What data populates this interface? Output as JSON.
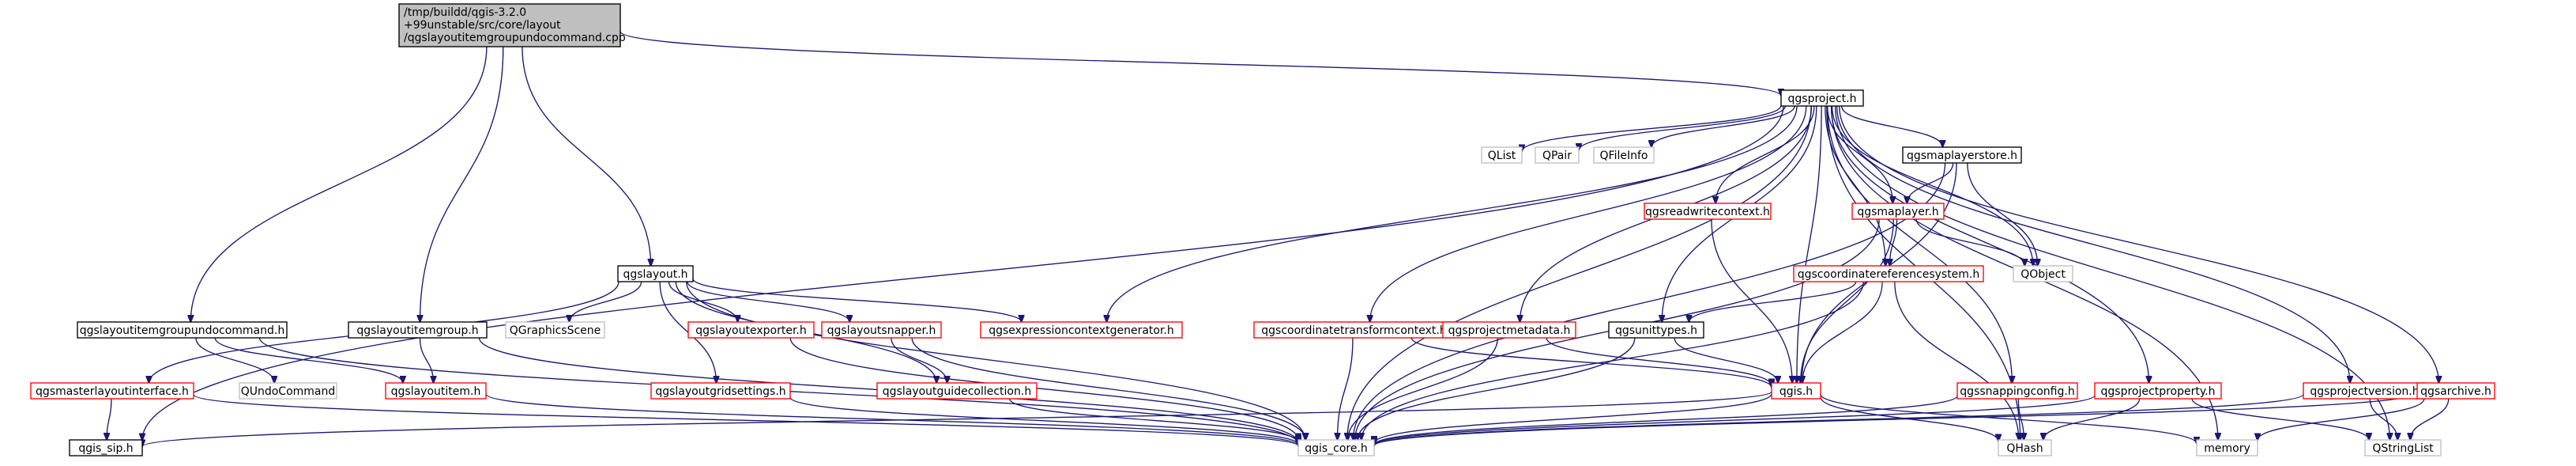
{
  "colors": {
    "edge": "#191970",
    "root_fill": "#bfbfbf",
    "box_fill": "#ffffff",
    "box_border": "#000000",
    "broken_border": "#ff0000",
    "system_border": "#bfbfbf",
    "background": "#ffffff"
  },
  "root": {
    "lines": [
      "/tmp/buildd/qgis-3.2.0",
      "+99unstable/src/core/layout",
      "/qgslayoutitemgroupundocommand.cpp"
    ]
  },
  "nodes": [
    {
      "id": "qgsproject_h",
      "label": "qgsproject.h",
      "style": "normal"
    },
    {
      "id": "qgis_sip_h",
      "label": "qgis_sip.h",
      "style": "normal"
    },
    {
      "id": "qgslayoutitemgroupundocommand_h",
      "label": "qgslayoutitemgroupundocommand.h",
      "style": "normal"
    },
    {
      "id": "qgslayoutitemgroup_h",
      "label": "qgslayoutitemgroup.h",
      "style": "normal"
    },
    {
      "id": "qgslayout_h",
      "label": "qgslayout.h",
      "style": "normal"
    },
    {
      "id": "qgsmasterlayoutinterface_h",
      "label": "qgsmasterlayoutinterface.h",
      "style": "red"
    },
    {
      "id": "qgis_core_h",
      "label": "qgis_core.h",
      "style": "gray"
    },
    {
      "id": "qundocommand",
      "label": "QUndoCommand",
      "style": "gray"
    },
    {
      "id": "qgslayoutitem_h",
      "label": "qgslayoutitem.h",
      "style": "red"
    },
    {
      "id": "qgraphicsscene",
      "label": "QGraphicsScene",
      "style": "gray"
    },
    {
      "id": "qgslayoutgridsettings_h",
      "label": "qgslayoutgridsettings.h",
      "style": "red"
    },
    {
      "id": "qgslayoutexporter_h",
      "label": "qgslayoutexporter.h",
      "style": "red"
    },
    {
      "id": "qgslayoutsnapper_h",
      "label": "qgslayoutsnapper.h",
      "style": "red"
    },
    {
      "id": "qgslayoutguidecollection_h",
      "label": "qgslayoutguidecollection.h",
      "style": "red"
    },
    {
      "id": "qgsexpressioncontextgenerator_h",
      "label": "qgsexpressioncontextgenerator.h",
      "style": "red"
    },
    {
      "id": "qgscoordinatetransformcontext_h",
      "label": "qgscoordinatetransformcontext.h",
      "style": "red"
    },
    {
      "id": "qgsprojectmetadata_h",
      "label": "qgsprojectmetadata.h",
      "style": "red"
    },
    {
      "id": "qlist",
      "label": "QList",
      "style": "gray"
    },
    {
      "id": "qpair",
      "label": "QPair",
      "style": "gray"
    },
    {
      "id": "qfileinfo",
      "label": "QFileInfo",
      "style": "gray"
    },
    {
      "id": "qgsmaplayerstore_h",
      "label": "qgsmaplayerstore.h",
      "style": "normal"
    },
    {
      "id": "qgsreadwritecontext_h",
      "label": "qgsreadwritecontext.h",
      "style": "red"
    },
    {
      "id": "qgsmaplayer_h",
      "label": "qgsmaplayer.h",
      "style": "red"
    },
    {
      "id": "qobject",
      "label": "QObject",
      "style": "gray"
    },
    {
      "id": "qgscoordinatereferencesystem_h",
      "label": "qgscoordinatereferencesystem.h",
      "style": "red"
    },
    {
      "id": "qgsunittypes_h",
      "label": "qgsunittypes.h",
      "style": "normal"
    },
    {
      "id": "qgis_h",
      "label": "qgis.h",
      "style": "red"
    },
    {
      "id": "qgssnappingconfig_h",
      "label": "qgssnappingconfig.h",
      "style": "red"
    },
    {
      "id": "qgsprojectproperty_h",
      "label": "qgsprojectproperty.h",
      "style": "red"
    },
    {
      "id": "qgsprojectversion_h",
      "label": "qgsprojectversion.h",
      "style": "red"
    },
    {
      "id": "qgsarchive_h",
      "label": "qgsarchive.h",
      "style": "red"
    },
    {
      "id": "qhash",
      "label": "QHash",
      "style": "gray"
    },
    {
      "id": "memory",
      "label": "memory",
      "style": "gray"
    },
    {
      "id": "qstringlist",
      "label": "QStringList",
      "style": "gray"
    }
  ],
  "edges": [
    [
      "root",
      "qgsproject_h"
    ],
    [
      "root",
      "qgslayoutitemgroupundocommand_h"
    ],
    [
      "root",
      "qgslayoutitemgroup_h"
    ],
    [
      "root",
      "qgslayout_h"
    ],
    [
      "qgslayoutitemgroupundocommand_h",
      "qundocommand"
    ],
    [
      "qgslayoutitemgroupundocommand_h",
      "qgslayoutitem_h"
    ],
    [
      "qgslayoutitemgroupundocommand_h",
      "qgis_core_h"
    ],
    [
      "qgslayoutitemgroup_h",
      "qgslayoutitem_h"
    ],
    [
      "qgslayoutitemgroup_h",
      "qgis_core_h"
    ],
    [
      "qgslayoutitem_h",
      "qgis_core_h"
    ],
    [
      "qgslayout_h",
      "qgsmasterlayoutinterface_h"
    ],
    [
      "qgslayout_h",
      "qgraphicsscene"
    ],
    [
      "qgslayout_h",
      "qgslayoutgridsettings_h"
    ],
    [
      "qgslayout_h",
      "qgslayoutexporter_h"
    ],
    [
      "qgslayout_h",
      "qgslayoutsnapper_h"
    ],
    [
      "qgslayout_h",
      "qgslayoutguidecollection_h"
    ],
    [
      "qgslayout_h",
      "qgsexpressioncontextgenerator_h"
    ],
    [
      "qgslayout_h",
      "qgis_core_h"
    ],
    [
      "qgsmasterlayoutinterface_h",
      "qgis_sip_h"
    ],
    [
      "qgsmasterlayoutinterface_h",
      "qgis_core_h"
    ],
    [
      "qgslayoutgridsettings_h",
      "qgis_core_h"
    ],
    [
      "qgslayoutexporter_h",
      "qgis_core_h"
    ],
    [
      "qgslayoutsnapper_h",
      "qgslayoutguidecollection_h"
    ],
    [
      "qgslayoutsnapper_h",
      "qgis_core_h"
    ],
    [
      "qgslayoutguidecollection_h",
      "qgis_core_h"
    ],
    [
      "qgsproject_h",
      "qgis_sip_h"
    ],
    [
      "qgsproject_h",
      "qgis_core_h"
    ],
    [
      "qgsproject_h",
      "qgsexpressioncontextgenerator_h"
    ],
    [
      "qgsproject_h",
      "qgscoordinatetransformcontext_h"
    ],
    [
      "qgsproject_h",
      "qgsprojectmetadata_h"
    ],
    [
      "qgsproject_h",
      "qlist"
    ],
    [
      "qgsproject_h",
      "qpair"
    ],
    [
      "qgsproject_h",
      "qfileinfo"
    ],
    [
      "qgsproject_h",
      "qgsmaplayerstore_h"
    ],
    [
      "qgsproject_h",
      "qgsreadwritecontext_h"
    ],
    [
      "qgsproject_h",
      "qgsmaplayer_h"
    ],
    [
      "qgsproject_h",
      "qobject"
    ],
    [
      "qgsproject_h",
      "qgscoordinatereferencesystem_h"
    ],
    [
      "qgsproject_h",
      "qgsunittypes_h"
    ],
    [
      "qgsproject_h",
      "qgis_h"
    ],
    [
      "qgsproject_h",
      "qgssnappingconfig_h"
    ],
    [
      "qgsproject_h",
      "qgsprojectproperty_h"
    ],
    [
      "qgsproject_h",
      "qgsprojectversion_h"
    ],
    [
      "qgsproject_h",
      "qgsarchive_h"
    ],
    [
      "qgsproject_h",
      "qhash"
    ],
    [
      "qgsproject_h",
      "qstringlist"
    ],
    [
      "qgsproject_h",
      "memory"
    ],
    [
      "qgsmaplayerstore_h",
      "qgsmaplayer_h"
    ],
    [
      "qgsmaplayerstore_h",
      "qobject"
    ],
    [
      "qgsmaplayerstore_h",
      "qgis_core_h"
    ],
    [
      "qgsmaplayerstore_h",
      "qgis_h"
    ],
    [
      "qgsmaplayer_h",
      "qobject"
    ],
    [
      "qgsmaplayer_h",
      "qgscoordinatereferencesystem_h"
    ],
    [
      "qgsmaplayer_h",
      "qgis_h"
    ],
    [
      "qgsmaplayer_h",
      "qgis_core_h"
    ],
    [
      "qgsreadwritecontext_h",
      "qgis_h"
    ],
    [
      "qgscoordinatereferencesystem_h",
      "qgsunittypes_h"
    ],
    [
      "qgscoordinatereferencesystem_h",
      "qgis_h"
    ],
    [
      "qgscoordinatereferencesystem_h",
      "qgis_core_h"
    ],
    [
      "qgscoordinatereferencesystem_h",
      "qhash"
    ],
    [
      "qgsunittypes_h",
      "qgis_h"
    ],
    [
      "qgsunittypes_h",
      "qgis_core_h"
    ],
    [
      "qgscoordinatetransformcontext_h",
      "qgis_h"
    ],
    [
      "qgscoordinatetransformcontext_h",
      "qgis_core_h"
    ],
    [
      "qgsprojectmetadata_h",
      "qgis_h"
    ],
    [
      "qgsprojectmetadata_h",
      "qgis_core_h"
    ],
    [
      "qgis_h",
      "qgis_sip_h"
    ],
    [
      "qgis_h",
      "qgis_core_h"
    ],
    [
      "qgis_h",
      "qhash"
    ],
    [
      "qgis_h",
      "memory"
    ],
    [
      "qgssnappingconfig_h",
      "qgis_core_h"
    ],
    [
      "qgssnappingconfig_h",
      "qhash"
    ],
    [
      "qgsprojectproperty_h",
      "qgis_core_h"
    ],
    [
      "qgsprojectproperty_h",
      "qhash"
    ],
    [
      "qgsprojectproperty_h",
      "qstringlist"
    ],
    [
      "qgsprojectversion_h",
      "qgis_core_h"
    ],
    [
      "qgsprojectversion_h",
      "qstringlist"
    ],
    [
      "qgsarchive_h",
      "qgis_core_h"
    ],
    [
      "qgsarchive_h",
      "memory"
    ],
    [
      "qgsarchive_h",
      "qstringlist"
    ]
  ]
}
